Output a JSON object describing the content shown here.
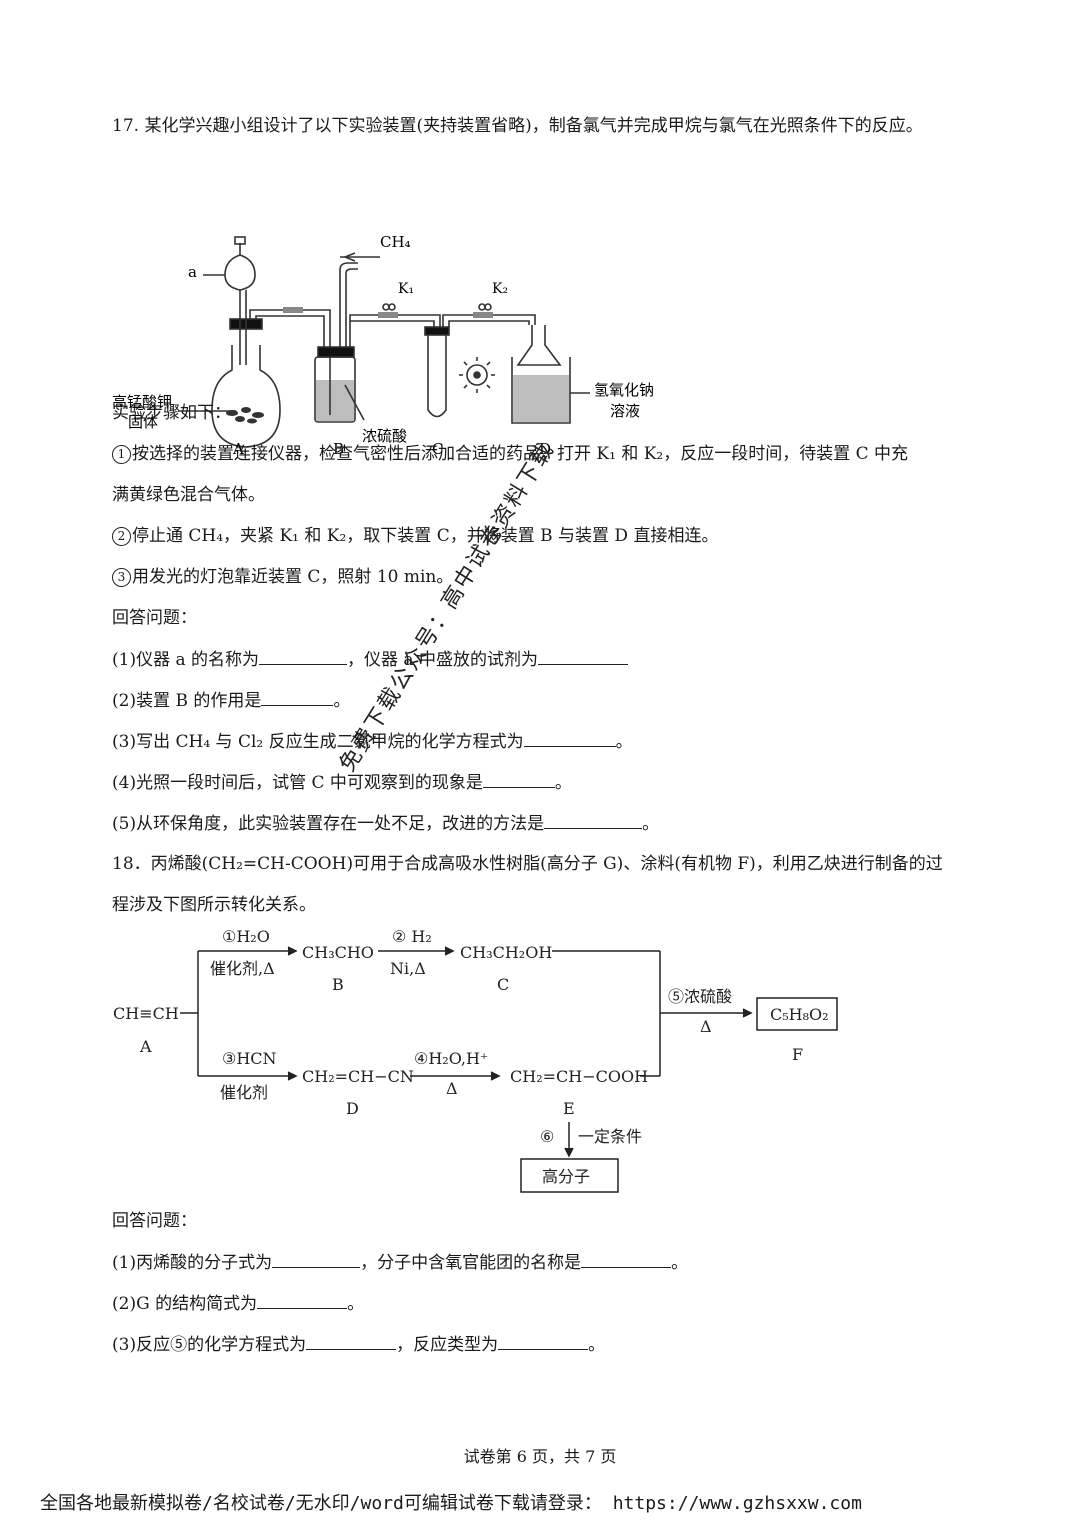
{
  "q17": {
    "stem": "17. 某化学兴趣小组设计了以下实验装置(夹持装置省略)，制备氯气并完成甲烷与氯气在光照条件下的反应。",
    "diagram": {
      "ch4_label": "CH₄",
      "a_label": "a",
      "k1_label": "K₁",
      "k2_label": "K₂",
      "kmno4_label_1": "高锰酸钾",
      "kmno4_label_2": "固体",
      "h2so4_label": "浓硫酸",
      "naoh_label_1": "氢氧化钠",
      "naoh_label_2": "溶液",
      "A": "A",
      "B": "B",
      "C": "C",
      "D": "D"
    },
    "steps_title": "实验步骤如下：",
    "step1_a": "按选择的装置连接仪器，检查气密性后添加合适的药品，打开 K₁ 和 K₂，反应一段时间，待装置 C 中充",
    "step1_b": "满黄绿色混合气体。",
    "step2": "停止通 CH₄，夹紧 K₁ 和 K₂，取下装置 C，并将装置 B 与装置 D 直接相连。",
    "step3": "用发光的灯泡靠近装置 C，照射 10 min。",
    "answer_title": "回答问题：",
    "q1_a": "(1)仪器 a 的名称为",
    "q1_b": "，仪器 a 中盛放的试剂为",
    "q2": "(2)装置 B 的作用是",
    "q3": "(3)写出 CH₄ 与 Cl₂ 反应生成二氯甲烷的化学方程式为",
    "q4": "(4)光照一段时间后，试管 C 中可观察到的现象是",
    "q5": "(5)从环保角度，此实验装置存在一处不足，改进的方法是",
    "period": "。"
  },
  "q18": {
    "stem_a": "18．丙烯酸(CH₂=CH-COOH)可用于合成高吸水性树脂(高分子 G)、涂料(有机物 F)，利用乙炔进行制备的过",
    "stem_b": "程涉及下图所示转化关系。",
    "flow": {
      "A_formula": "CH≡CH",
      "A_label": "A",
      "r1_top": "①H₂O",
      "r1_bottom": "催化剂,Δ",
      "B_formula": "CH₃CHO",
      "B_label": "B",
      "r2_top": "② H₂",
      "r2_bottom": "Ni,Δ",
      "C_formula": "CH₃CH₂OH",
      "C_label": "C",
      "r3_top": "③HCN",
      "r3_bottom": "催化剂",
      "D_formula": "CH₂=CH−CN",
      "D_label": "D",
      "r4_top": "④H₂O,H⁺",
      "r4_bottom": "Δ",
      "E_formula": "CH₂=CH−COOH",
      "E_label": "E",
      "r5_top": "⑤浓硫酸",
      "r5_bottom": "Δ",
      "F_formula": "C₅H₈O₂",
      "F_label": "F",
      "r6_num": "⑥",
      "r6_cond": "一定条件",
      "G_box": "高分子"
    },
    "answer_title": "回答问题：",
    "q1_a": "(1)丙烯酸的分子式为",
    "q1_b": "，分子中含氧官能团的名称是",
    "q2": "(2)G 的结构简式为",
    "q3_a": "(3)反应⑤的化学方程式为",
    "q3_b": "，反应类型为",
    "period": "。"
  },
  "watermark": "免费下载公众号：高中试卷资料下载",
  "footer": "试卷第 6 页，共 7 页",
  "banner": "全国各地最新模拟卷/名校试卷/无水印/word可编辑试卷下载请登录：  https://www.gzhsxxw.com"
}
